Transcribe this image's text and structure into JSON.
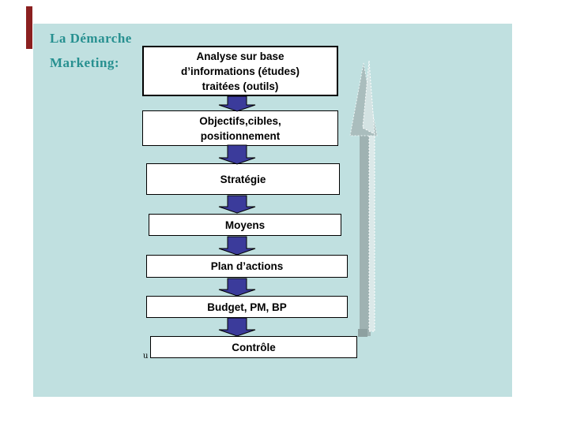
{
  "slide": {
    "background_color": "#c0e0e0",
    "accent_bar_color": "#8b2020"
  },
  "title": {
    "text": "La Démarche\nMarketing:",
    "color": "#279090"
  },
  "flow": {
    "connector_arrow_color": "#3b3b9b",
    "big_up_arrow_color": "#a9bcbc",
    "steps": [
      {
        "label": "Analyse sur base\nd’informations (études)\ntraitées (outils)"
      },
      {
        "label": "Objectifs,cibles,\npositionnement"
      },
      {
        "label": "Stratégie"
      },
      {
        "label": "Moyens"
      },
      {
        "label": "Plan d’actions"
      },
      {
        "label": "Budget, PM, BP"
      },
      {
        "label": "Contrôle"
      }
    ]
  },
  "footnote": {
    "anchor_glyph": "u"
  }
}
